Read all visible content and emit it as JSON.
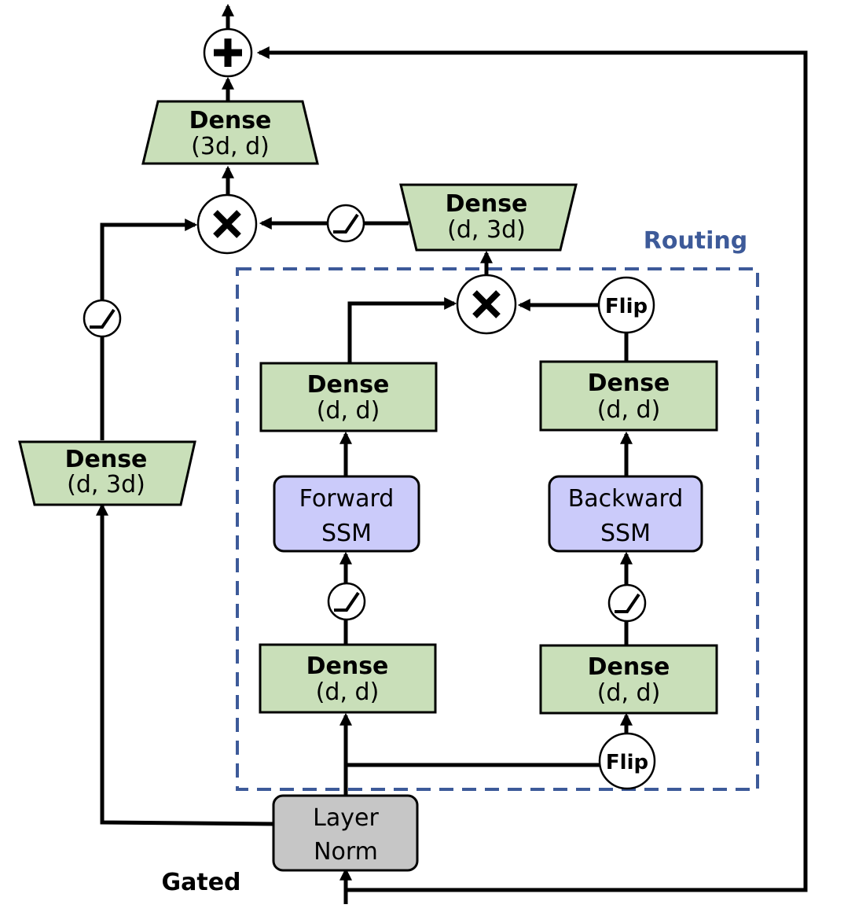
{
  "diagram": {
    "routing_label": "Routing",
    "gated_label": "Gated",
    "flip_label": "Flip",
    "colors": {
      "dense": "#C9DFB9",
      "ssm": "#CBCBFA",
      "norm": "#C6C6C6",
      "routing": "#3D5A99"
    },
    "blocks": {
      "dense_out": {
        "title": "Dense",
        "dims": "(3d, d)"
      },
      "dense_proj": {
        "title": "Dense",
        "dims": "(d, 3d)"
      },
      "dense_gate": {
        "title": "Dense",
        "dims": "(d, 3d)"
      },
      "dense_fwd_top": {
        "title": "Dense",
        "dims": "(d, d)"
      },
      "dense_bwd_top": {
        "title": "Dense",
        "dims": "(d, d)"
      },
      "dense_fwd_bottom": {
        "title": "Dense",
        "dims": "(d, d)"
      },
      "dense_bwd_bottom": {
        "title": "Dense",
        "dims": "(d, d)"
      },
      "forward_ssm": {
        "line1": "Forward",
        "line2": "SSM"
      },
      "backward_ssm": {
        "line1": "Backward",
        "line2": "SSM"
      },
      "layer_norm": {
        "line1": "Layer",
        "line2": "Norm"
      }
    }
  }
}
